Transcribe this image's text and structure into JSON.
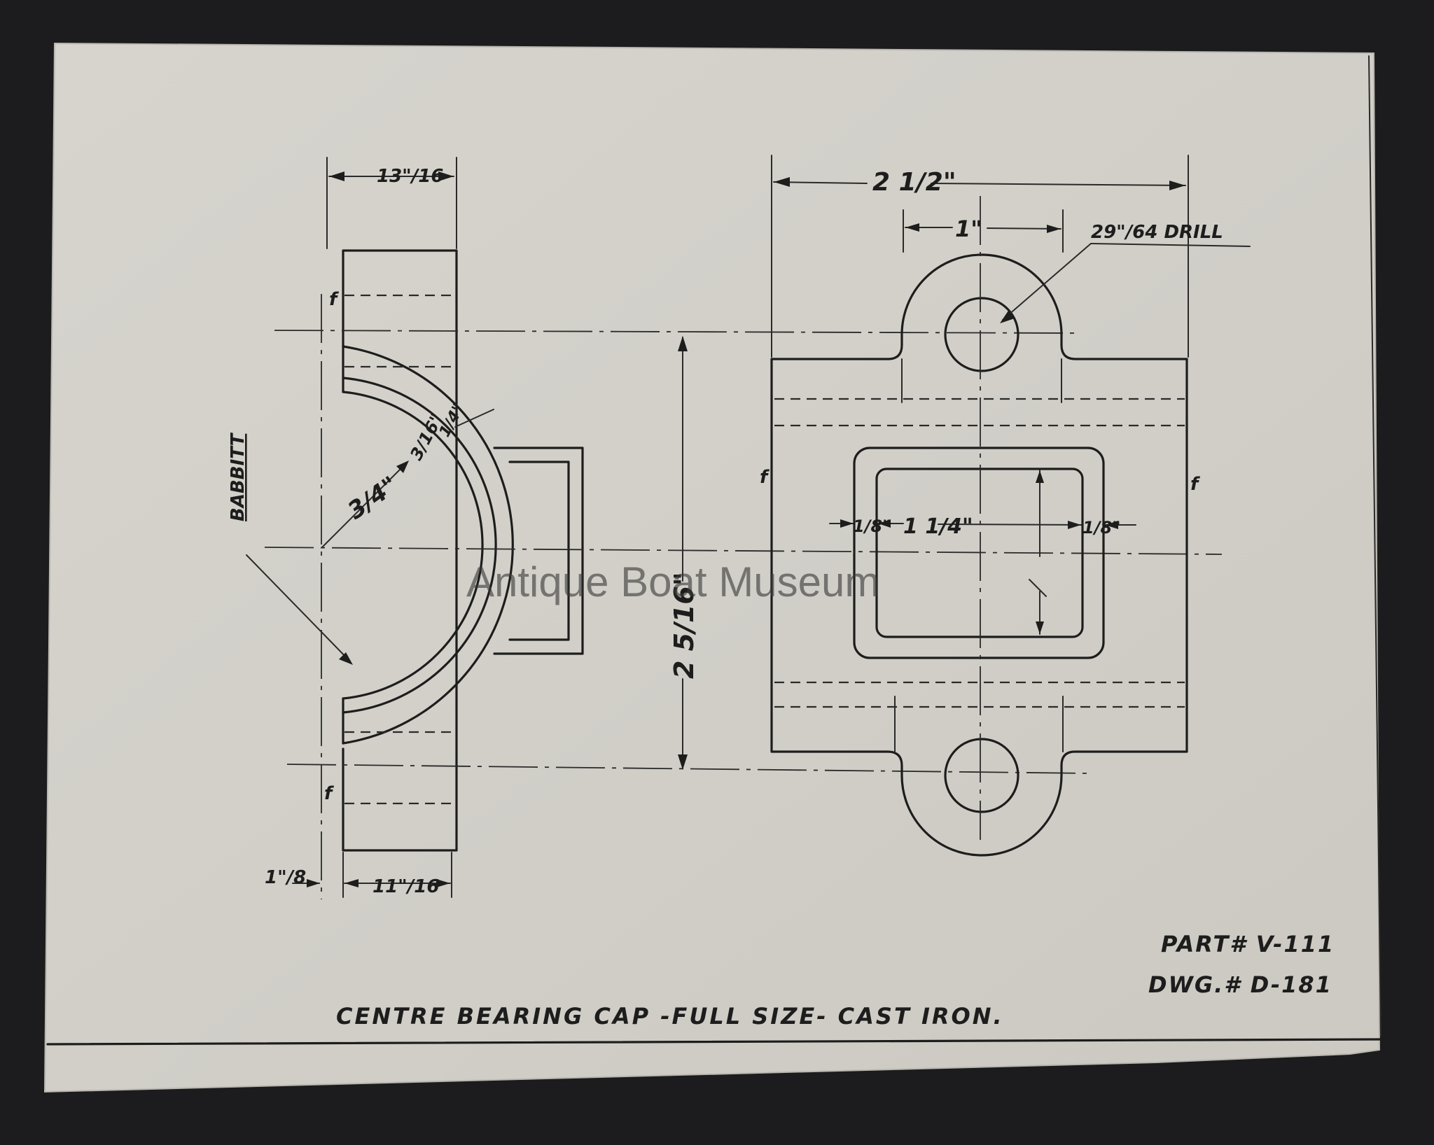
{
  "drawing": {
    "title": "CENTRE BEARING CAP -FULL SIZE- CAST IRON.",
    "part_number": "PART# V-111",
    "drawing_number": "DWG.# D-181",
    "watermark": "Antique Boat Museum",
    "side_view": {
      "material_label": "BABBITT",
      "dim_top_width": "13\"/16",
      "dim_bottom_width": "11\"/16",
      "dim_edge": "1\"/8",
      "dim_radius": "3/4\"",
      "dim_babbitt": "3/16\"",
      "dim_shell": "1/4\"",
      "finish_mark": "f"
    },
    "front_view": {
      "dim_overall_width": "2 1/2\"",
      "dim_boss_width": "1\"",
      "drill_note": "29\"/64 DRILL",
      "dim_overall_height": "2 5/16\"",
      "dim_inner_width": "1 1/4\"",
      "dim_wall_left": "1/8\"",
      "dim_wall_right": "1/8\"",
      "finish_mark": "f"
    }
  },
  "colors": {
    "background": "#1c1c1e",
    "paper": "#d3d1ca",
    "ink": "#1d1d1d"
  }
}
